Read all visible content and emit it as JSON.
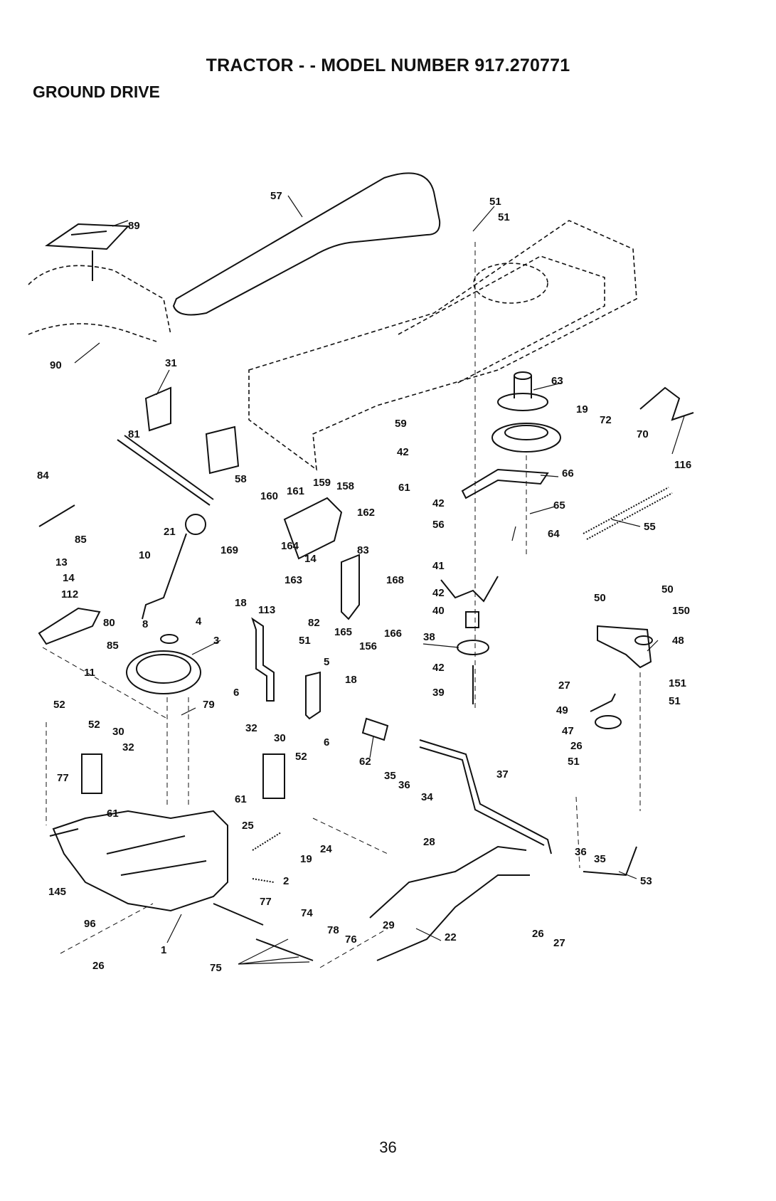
{
  "header": {
    "title": "TRACTOR - - MODEL NUMBER 917.270771",
    "section": "GROUND DRIVE"
  },
  "footer": {
    "page_number": "36"
  },
  "callouts": {
    "c57": "57",
    "c51a": "51",
    "c51b": "51",
    "c89": "89",
    "c90": "90",
    "c31": "31",
    "c81": "81",
    "c58": "58",
    "c63": "63",
    "c19a": "19",
    "c72": "72",
    "c70": "70",
    "c116": "116",
    "c59": "59",
    "c42a": "42",
    "c61a": "61",
    "c66": "66",
    "c84": "84",
    "c160": "160",
    "c161": "161",
    "c159": "159",
    "c158": "158",
    "c162": "162",
    "c42b": "42",
    "c65": "65",
    "c56": "56",
    "c55": "55",
    "c64": "64",
    "c85a": "85",
    "c21": "21",
    "c169": "169",
    "c10": "10",
    "c164": "164",
    "c14a": "14",
    "c83": "83",
    "c41": "41",
    "c13": "13",
    "c14b": "14",
    "c112": "112",
    "c163": "163",
    "c168": "168",
    "c42c": "42",
    "c50a": "50",
    "c50b": "50",
    "c18a": "18",
    "c113": "113",
    "c82": "82",
    "c40": "40",
    "c150": "150",
    "c8": "8",
    "c4": "4",
    "c80": "80",
    "c165": "165",
    "c166": "166",
    "c51c": "51",
    "c3": "3",
    "c156": "156",
    "c38": "38",
    "c48": "48",
    "c85b": "85",
    "c11": "11",
    "c5": "5",
    "c42d": "42",
    "c18b": "18",
    "c27a": "27",
    "c151": "151",
    "c6a": "6",
    "c39": "39",
    "c51d": "51",
    "c52a": "52",
    "c79": "79",
    "c49": "49",
    "c52b": "52",
    "c30a": "30",
    "c32a": "32",
    "c30b": "30",
    "c6b": "6",
    "c47": "47",
    "c32b": "32",
    "c52c": "52",
    "c62": "62",
    "c26a": "26",
    "c51e": "51",
    "c77a": "77",
    "c35a": "35",
    "c36a": "36",
    "c37": "37",
    "c61b": "61",
    "c61c": "61",
    "c34": "34",
    "c25": "25",
    "c24": "24",
    "c19b": "19",
    "c28": "28",
    "c36b": "36",
    "c35b": "35",
    "c53": "53",
    "c2": "2",
    "c145": "145",
    "c77b": "77",
    "c74": "74",
    "c29": "29",
    "c96": "96",
    "c78": "78",
    "c76": "76",
    "c22": "22",
    "c26b": "26",
    "c27b": "27",
    "c1": "1",
    "c26c": "26",
    "c75": "75"
  }
}
